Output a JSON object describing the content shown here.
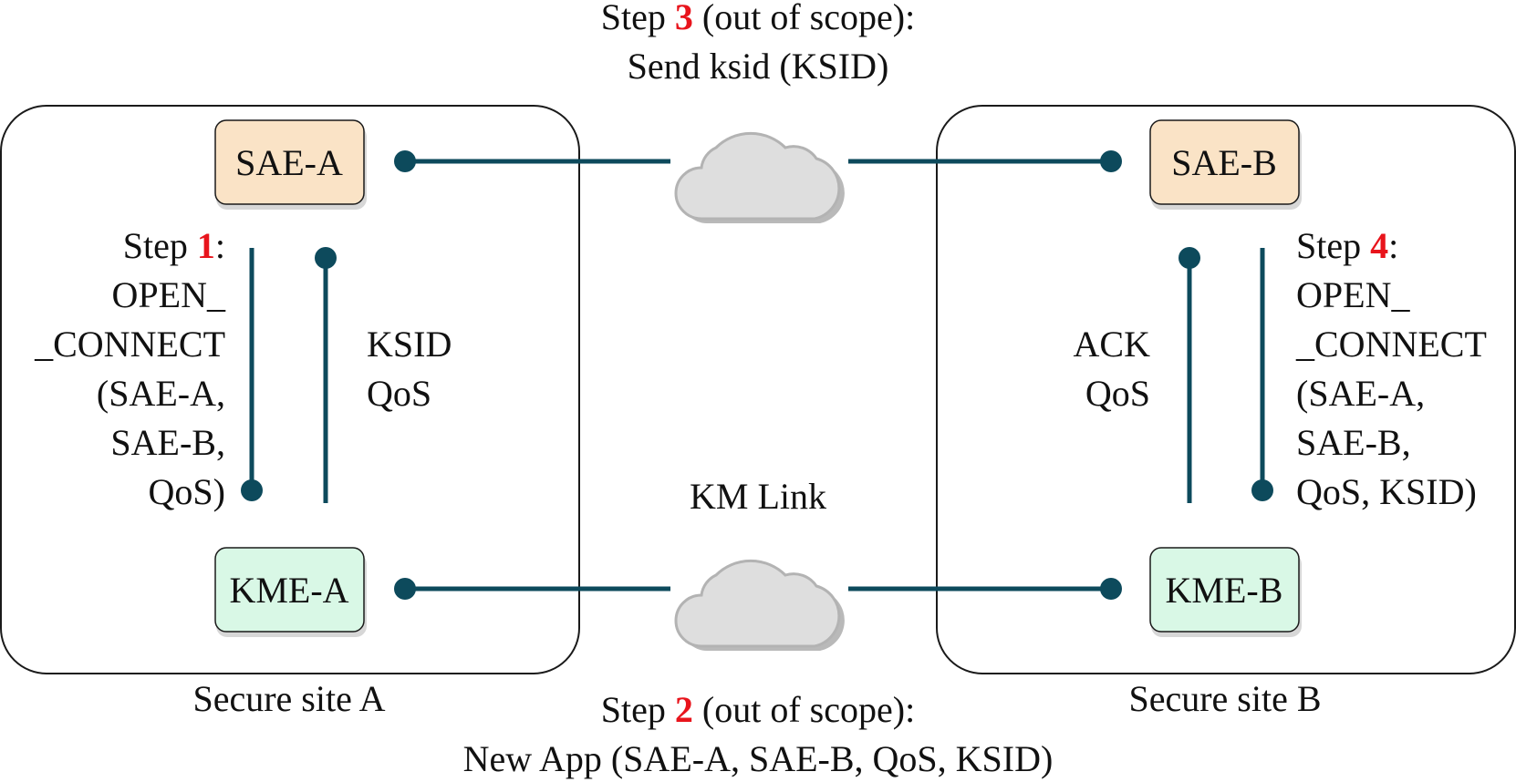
{
  "sites": {
    "a": {
      "label": "Secure site A"
    },
    "b": {
      "label": "Secure site B"
    }
  },
  "nodes": {
    "sae_a": {
      "label": "SAE-A",
      "fill": "#fae3c6"
    },
    "sae_b": {
      "label": "SAE-B",
      "fill": "#fae3c6"
    },
    "kme_a": {
      "label": "KME-A",
      "fill": "#d9f8e6"
    },
    "kme_b": {
      "label": "KME-B",
      "fill": "#d9f8e6"
    }
  },
  "step1": {
    "prefix": "Step ",
    "number": "1",
    "suffix": ":",
    "lines": [
      "OPEN_",
      "_CONNECT",
      "(SAE-A,",
      "SAE-B,",
      "QoS)"
    ]
  },
  "step2": {
    "prefix": "Step ",
    "number": "2",
    "suffix": " (out of scope):",
    "line2": "New App (SAE-A, SAE-B, QoS, KSID)"
  },
  "step3": {
    "prefix": "Step ",
    "number": "3",
    "suffix": " (out of scope):",
    "line2": "Send ksid (KSID)"
  },
  "step4": {
    "prefix": "Step ",
    "number": "4",
    "suffix": ":",
    "lines": [
      "OPEN_",
      "_CONNECT",
      "(SAE-A,",
      "SAE-B,",
      "QoS, KSID)"
    ]
  },
  "response_a": {
    "lines": [
      "KSID",
      "QoS"
    ]
  },
  "response_b": {
    "lines": [
      "ACK",
      "QoS"
    ]
  },
  "km_link": {
    "label": "KM Link"
  },
  "colors": {
    "link": "#0d4a5c",
    "step_number": "#e8141c",
    "cloud": "#dedede"
  }
}
